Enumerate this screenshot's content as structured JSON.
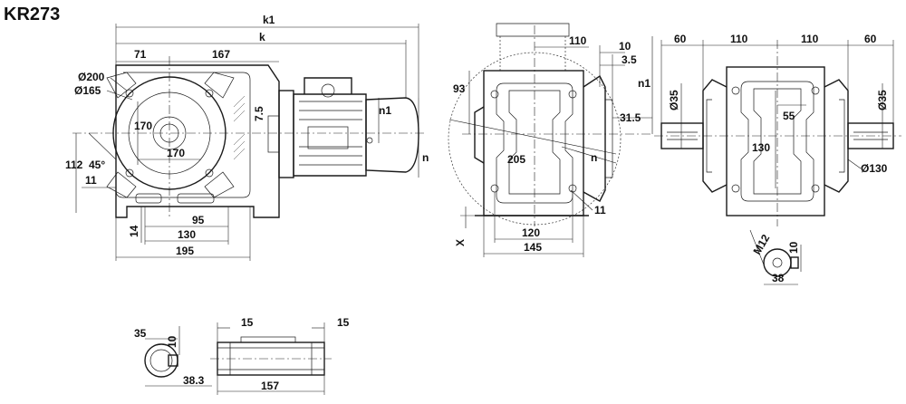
{
  "title": "KR273",
  "labels": {
    "k1": "k1",
    "k": "k",
    "d71": "71",
    "d167": "167",
    "d200": "Ø200",
    "d165": "Ø165",
    "d170a": "170",
    "d170b": "170",
    "d7_5": "7.5",
    "n1_left": "n1",
    "n_left": "n",
    "d112": "112",
    "d45": "45°",
    "d11_left": "11",
    "d14": "14",
    "d95": "95",
    "d130_bot": "130",
    "d195": "195",
    "d110_side": "110",
    "d10_side": "10",
    "d3_5": "3.5",
    "d93": "93",
    "n1_side": "n1",
    "d31_5": "31.5",
    "d205": "205",
    "n_side": "n",
    "d11_side": "11",
    "x_side": "X",
    "d120": "120",
    "d145": "145",
    "d60a": "60",
    "d110a": "110",
    "d110b": "110",
    "d60b": "60",
    "d35a": "Ø35",
    "d55": "55",
    "d130_right": "130",
    "d35b": "Ø35",
    "d130_dia": "Ø130",
    "m12": "M12",
    "d10_key": "10",
    "d38": "38",
    "d35_hub": "35",
    "d10_hub": "10",
    "d38_3": "38.3",
    "d15a": "15",
    "d15b": "15",
    "d157": "157"
  },
  "icons": [
    "drawing-sheet"
  ]
}
